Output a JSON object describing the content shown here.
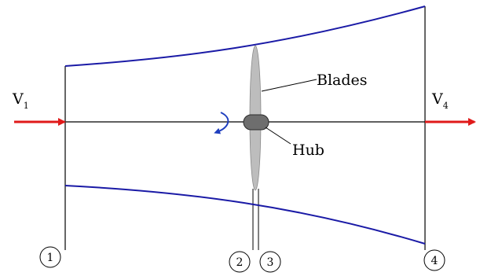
{
  "labels": {
    "v1_main": "V",
    "v1_sub": "1",
    "v4_main": "V",
    "v4_sub": "4",
    "blades": "Blades",
    "hub": "Hub"
  },
  "stations": [
    "1",
    "2",
    "3",
    "4"
  ],
  "colors": {
    "streamtube": "#1a1aa6",
    "arrow": "#e01a1a",
    "rotation": "#1f3fbf",
    "blade": "#bdbdbd",
    "hub": "#6e6e6e",
    "line": "#000000"
  }
}
